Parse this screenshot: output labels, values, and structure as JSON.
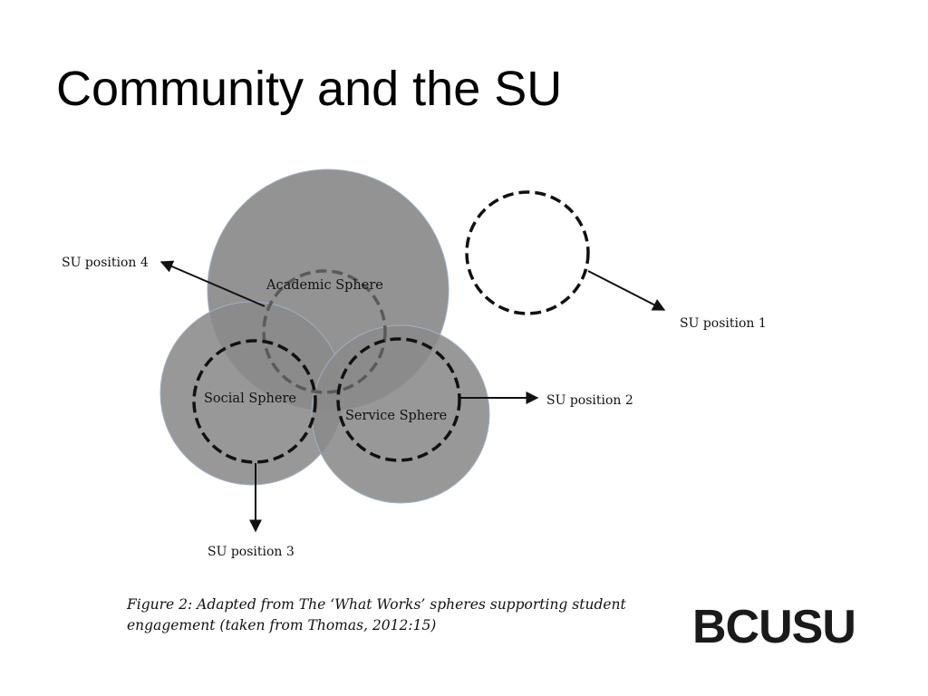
{
  "slide": {
    "title": "Community and the SU"
  },
  "diagram": {
    "spheres": [
      {
        "id": "academic",
        "label": "Academic Sphere"
      },
      {
        "id": "social",
        "label": "Social Sphere"
      },
      {
        "id": "service",
        "label": "Service Sphere"
      }
    ],
    "positions": [
      {
        "id": "su-position-1",
        "label": "SU position 1"
      },
      {
        "id": "su-position-2",
        "label": "SU position 2"
      },
      {
        "id": "su-position-3",
        "label": "SU position 3"
      },
      {
        "id": "su-position-4",
        "label": "SU position 4"
      }
    ],
    "colors": {
      "sphere_fill": "#8a8a8a",
      "sphere_stroke": "#9fb0c4",
      "dashed_ring": "#111111",
      "academic_ring": "#5a5a5a"
    }
  },
  "caption": {
    "line1": "Figure 2: Adapted from The ‘What Works’ spheres supporting student",
    "line2": "engagement (taken from Thomas, 2012:15)"
  },
  "logo": {
    "text": "BCUSU"
  }
}
